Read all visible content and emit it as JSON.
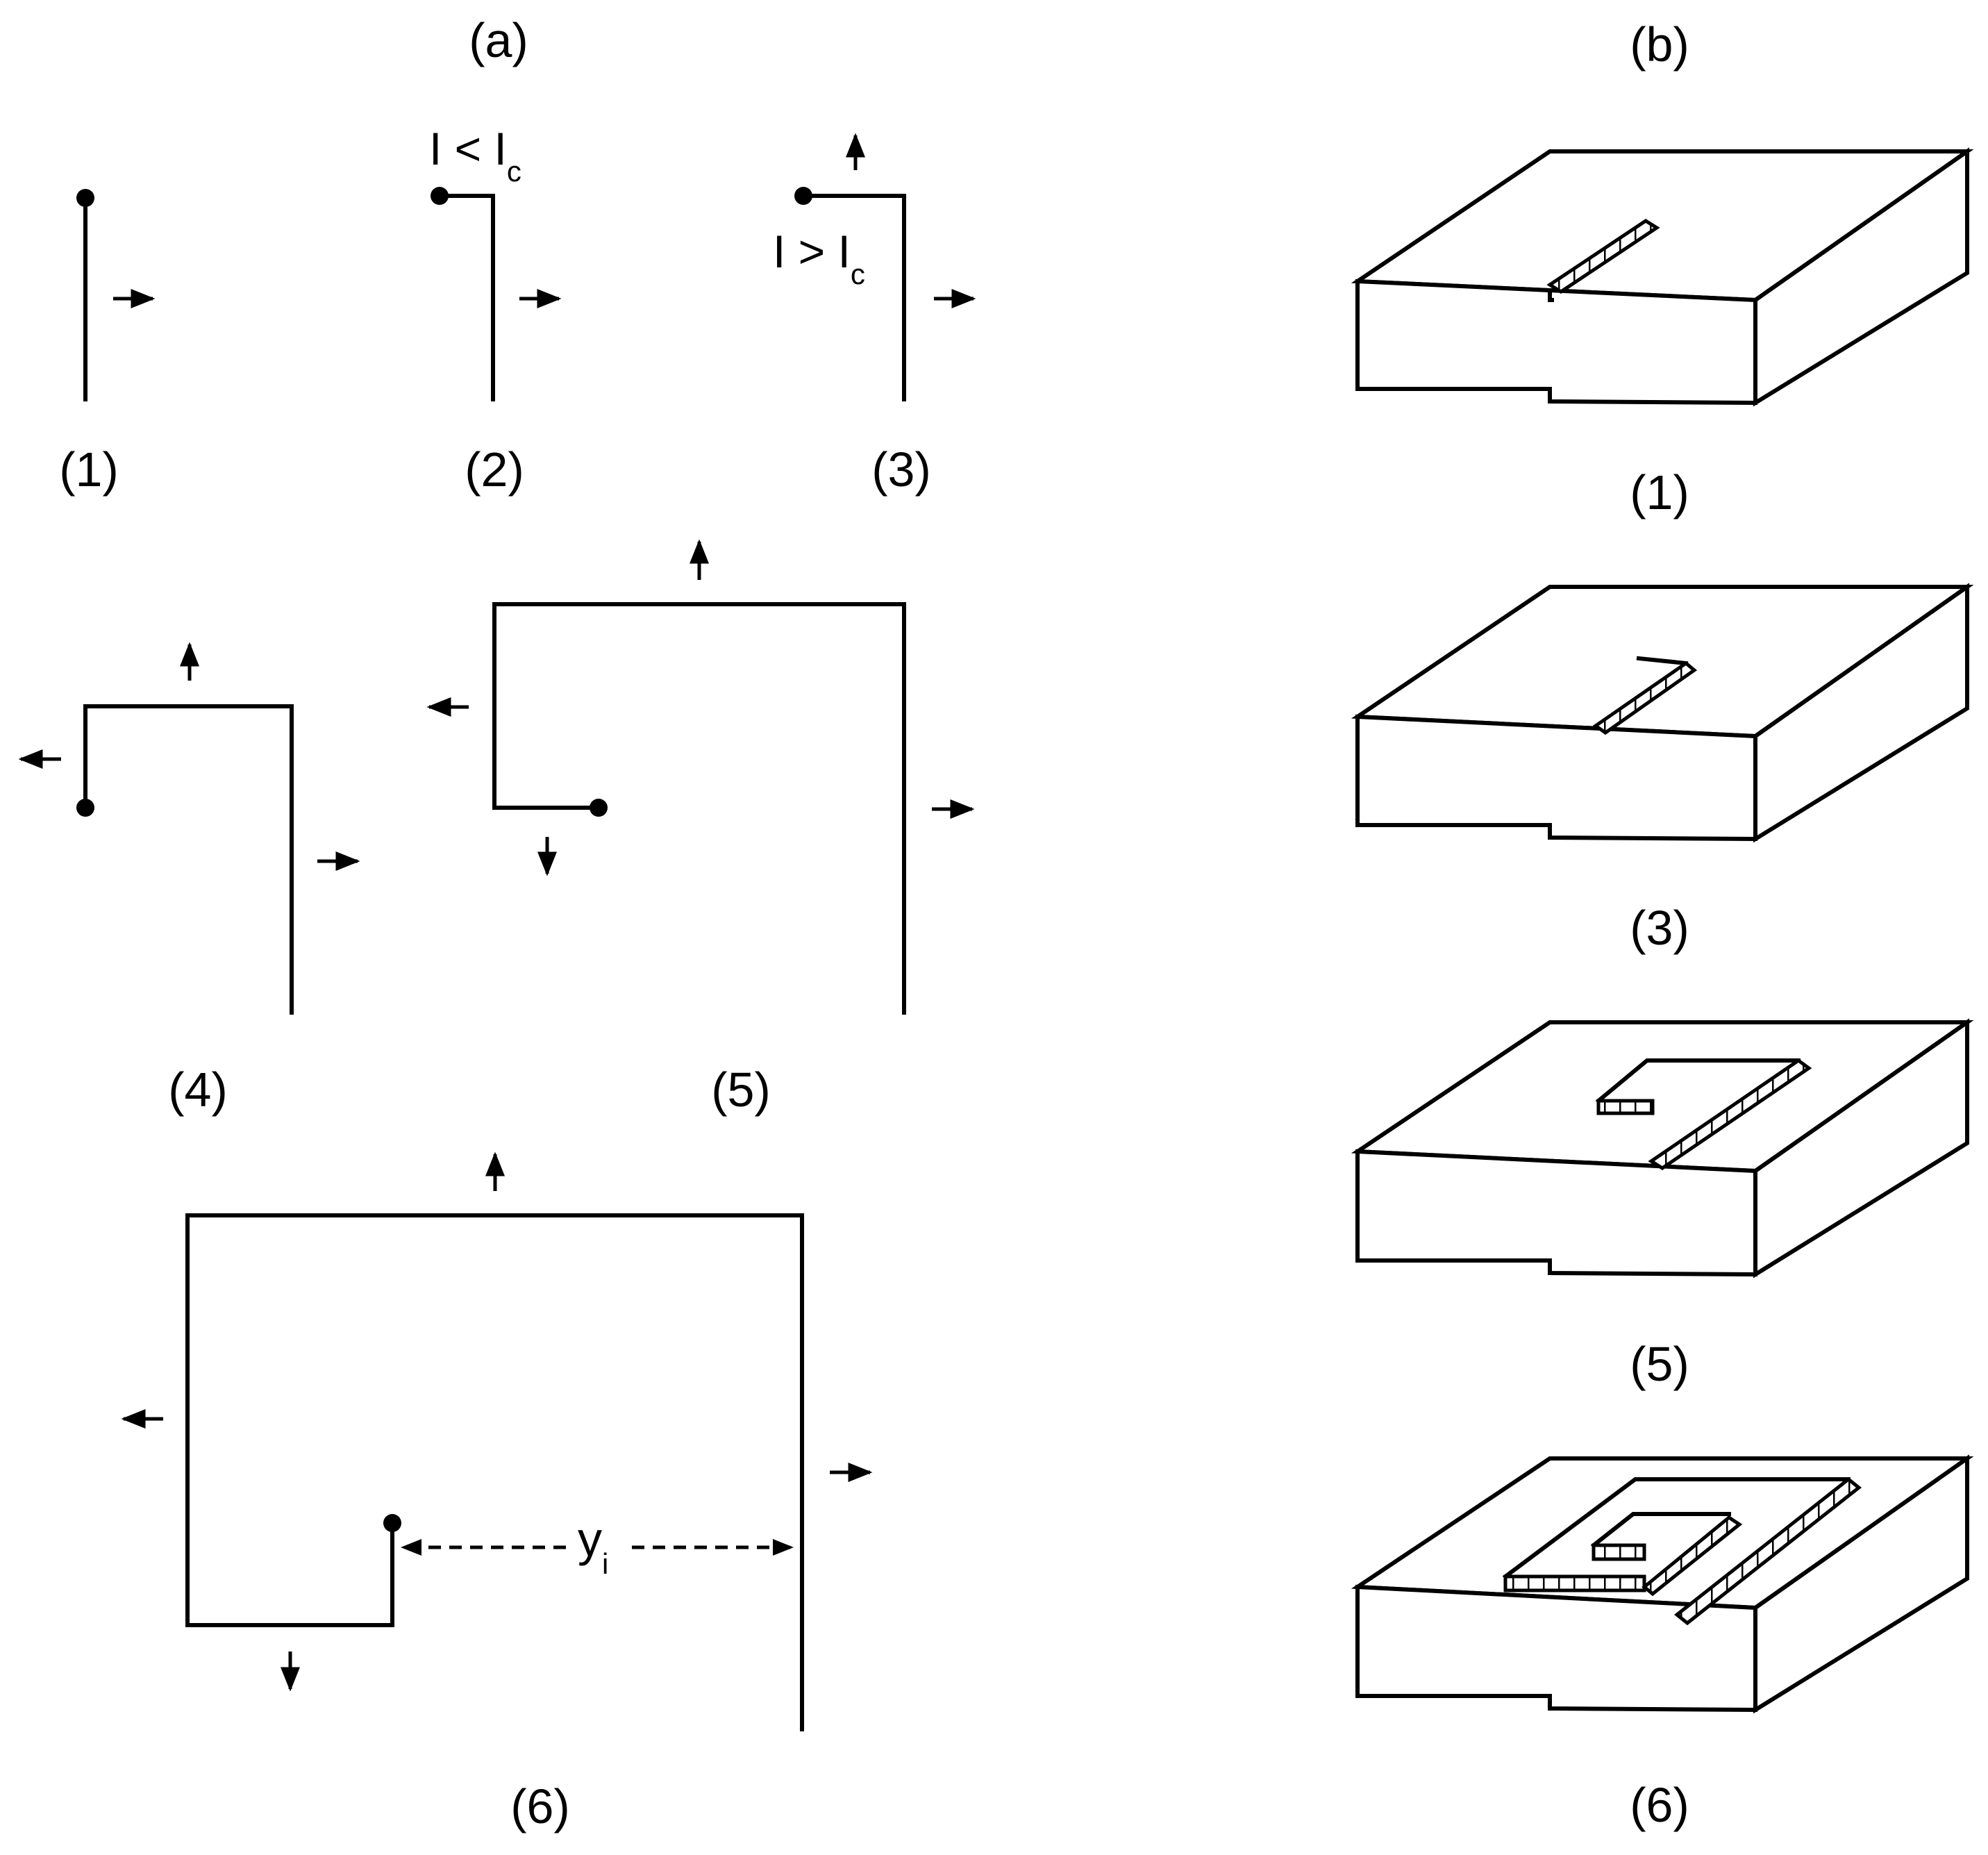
{
  "panel_a": {
    "heading": "(a)",
    "step_labels": [
      "(1)",
      "(2)",
      "(3)",
      "(4)",
      "(5)",
      "(6)"
    ],
    "current_less": {
      "base": "I < I",
      "sub": "c"
    },
    "current_greater": {
      "base": "I > I",
      "sub": "c"
    },
    "distance": {
      "base": "y",
      "sub": "i"
    }
  },
  "panel_b": {
    "heading": "(b)",
    "step_labels": [
      "(1)",
      "(3)",
      "(5)",
      "(6)"
    ]
  },
  "colors": {
    "ink": "#000000",
    "background": "#ffffff"
  },
  "icons": [
    "arrow-right-icon",
    "arrow-left-icon",
    "arrow-up-icon",
    "arrow-down-icon",
    "pinned-end-dot-icon"
  ]
}
